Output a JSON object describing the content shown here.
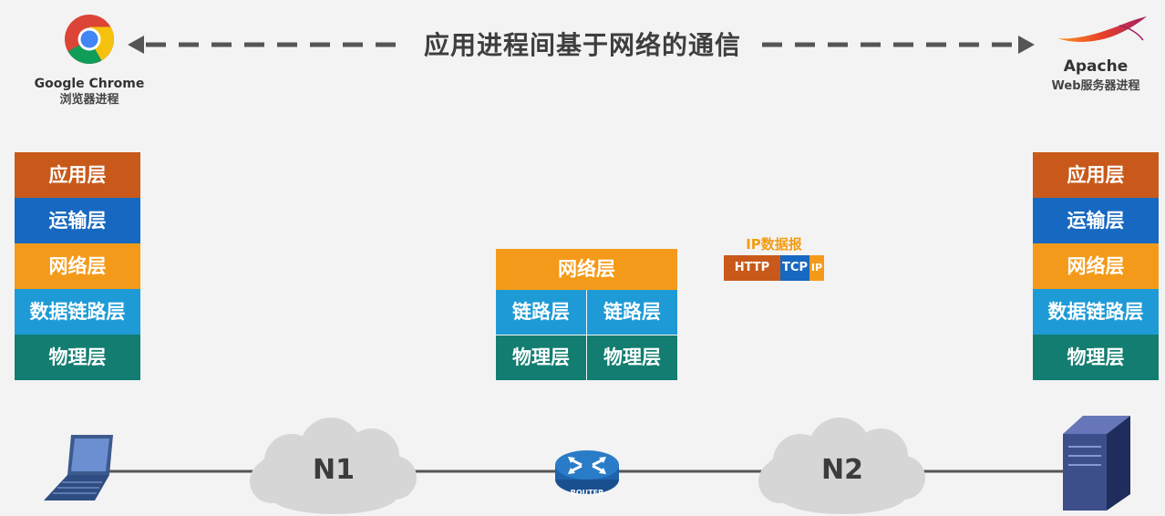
{
  "title": "应用进程间基于网络的通信",
  "left_endpoint": {
    "name": "Google Chrome",
    "role": "浏览器进程",
    "icon": "chrome-logo-icon"
  },
  "right_endpoint": {
    "name": "Apache",
    "role": "Web服务器进程",
    "icon": "apache-feather-icon"
  },
  "host_stack": {
    "layers": [
      {
        "label": "应用层",
        "color": "#c8591a"
      },
      {
        "label": "运输层",
        "color": "#1768c0"
      },
      {
        "label": "网络层",
        "color": "#f49a1a"
      },
      {
        "label": "数据链路层",
        "color": "#1e9bd6"
      },
      {
        "label": "物理层",
        "color": "#127d70"
      }
    ]
  },
  "router_stack": {
    "network": "网络层",
    "link_left": "链路层",
    "link_right": "链路层",
    "phys_left": "物理层",
    "phys_right": "物理层"
  },
  "datagram": {
    "title": "IP数据报",
    "http": "HTTP",
    "tcp": "TCP",
    "ip": "IP"
  },
  "networks": {
    "n1": "N1",
    "n2": "N2"
  },
  "router_label": "ROUTER",
  "colors": {
    "application": "#c8591a",
    "transport": "#1768c0",
    "network": "#f49a1a",
    "datalink": "#1e9bd6",
    "physical": "#127d70",
    "arrow": "#555555",
    "line": "#555555",
    "cloud": "#d6d6d6"
  },
  "icons": {
    "laptop": "laptop-icon",
    "router": "router-icon",
    "server": "server-icon",
    "cloud": "cloud-icon"
  }
}
